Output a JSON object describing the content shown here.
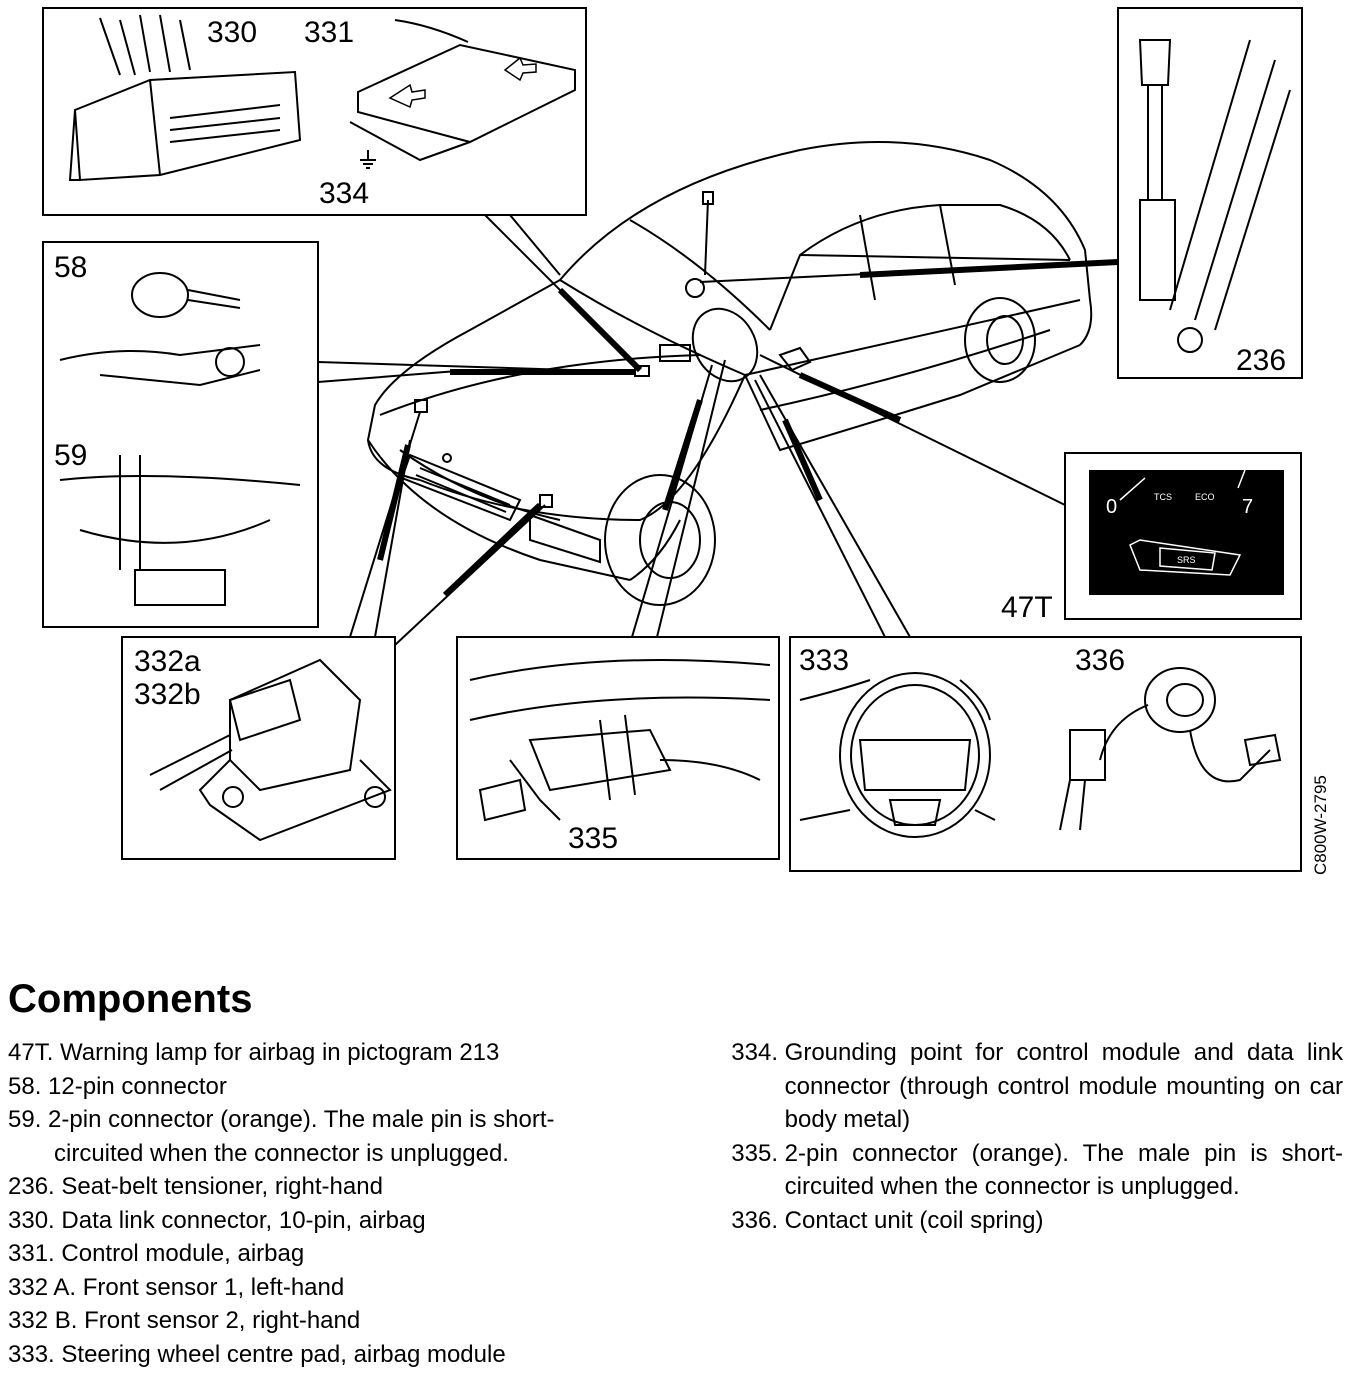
{
  "diagram": {
    "callouts": {
      "c330": "330",
      "c331": "331",
      "c334": "334",
      "c58": "58",
      "c59": "59",
      "c236": "236",
      "c47T": "47T",
      "c332a": "332a",
      "c332b": "332b",
      "c335": "335",
      "c333": "333",
      "c336": "336"
    },
    "reference_code": "C800W-2795",
    "warning_lamp_panel": {
      "left_digit": "0",
      "right_digit": "7",
      "tcs": "TCS",
      "eco": "ECO",
      "srs": "SRS"
    }
  },
  "components": {
    "heading": "Components",
    "left": [
      {
        "num": "47T.",
        "desc": "Warning lamp for airbag in pictogram 213"
      },
      {
        "num": "58.",
        "desc": "12-pin connector"
      },
      {
        "num": "59.",
        "desc": "2-pin connector (orange). The male pin is short-",
        "cont": "circuited when the connector is unplugged."
      },
      {
        "num": "236.",
        "desc": "Seat-belt tensioner, right-hand"
      },
      {
        "num": "330.",
        "desc": "Data link connector, 10-pin, airbag"
      },
      {
        "num": "331.",
        "desc": "Control module, airbag"
      },
      {
        "num": "332 A.",
        "desc": "Front sensor 1, left-hand"
      },
      {
        "num": "332 B.",
        "desc": "Front sensor 2, right-hand"
      },
      {
        "num": "333.",
        "desc": "Steering wheel centre pad, airbag module"
      }
    ],
    "right": [
      {
        "num": "334.",
        "desc": "Grounding point for control module and data link connector (through control module mounting on car body metal)"
      },
      {
        "num": "335.",
        "desc": "2-pin connector (orange). The male pin is short-circuited when the connector is unplugged."
      },
      {
        "num": "336.",
        "desc": "Contact unit (coil spring)"
      }
    ]
  }
}
